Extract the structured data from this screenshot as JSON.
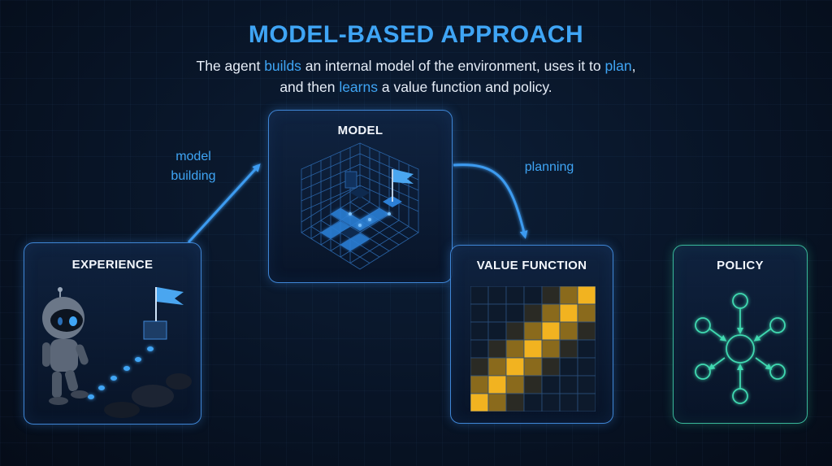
{
  "header": {
    "title": "MODEL-BASED APPROACH",
    "subtitle": {
      "seg1": "The agent ",
      "hl1": "builds",
      "seg2": " an internal model of the environment, uses it to ",
      "hl2": "plan",
      "seg3": ",",
      "seg4": "and then ",
      "hl3": "learns",
      "seg5": " a value function and policy."
    }
  },
  "nodes": {
    "experience": "EXPERIENCE",
    "model": "MODEL",
    "value_function": "VALUE FUNCTION",
    "policy": "POLICY"
  },
  "edges": {
    "model_building_line1": "model",
    "model_building_line2": "building",
    "planning": "planning"
  },
  "colors": {
    "accent_blue": "#3fa5f5",
    "value_gold": "#f2b320",
    "policy_green": "#3fd8b0"
  },
  "icons": [
    "robot-icon",
    "flag-icon",
    "grid-maze-icon",
    "heatmap-grid-icon",
    "hub-network-icon",
    "arrow-icon"
  ]
}
